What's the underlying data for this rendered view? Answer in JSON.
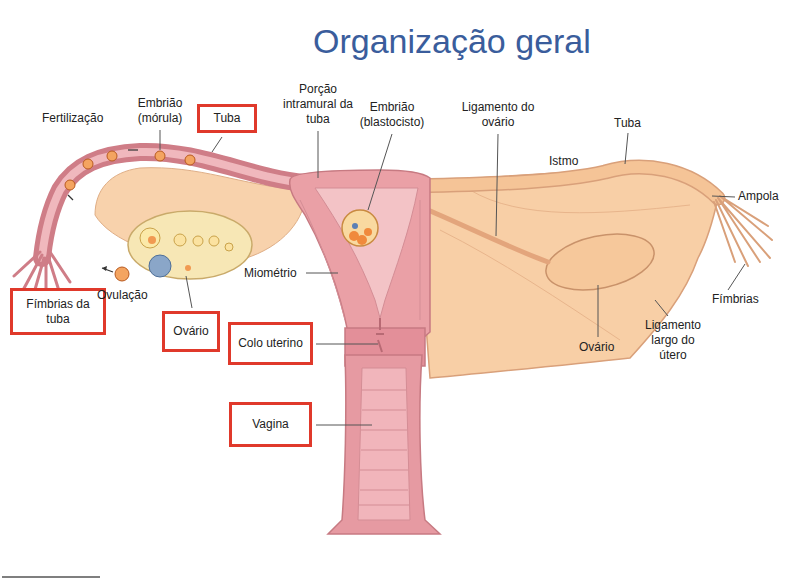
{
  "diagram": {
    "title": "Organização geral",
    "nodes": [
      {
        "text": [
          "Tuba"
        ]
      },
      {
        "text": [
          "Fímbrias da tuba"
        ]
      },
      {
        "text": [
          "Ovário"
        ]
      },
      {
        "text": [
          "Colo uterino"
        ]
      },
      {
        "text": [
          "Vagina"
        ]
      }
    ],
    "labels": [
      "Fertilização",
      "Embrião (mórula)",
      "Porção intramural da tuba",
      "Embrião (blastocisto)",
      "Ligamento do ovário",
      "Tuba",
      "Istmo",
      "Ampola",
      "Ovulação",
      "Miométrio",
      "Fímbrias",
      "Ligamento largo do útero",
      "Ovário"
    ]
  }
}
